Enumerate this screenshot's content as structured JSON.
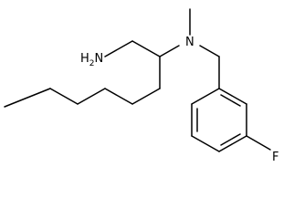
{
  "molecule": {
    "atoms": {
      "amine_h": "H",
      "amine_h_count": "2",
      "amine_n": "N",
      "tertiary_n": "N",
      "fluorine": "F"
    }
  }
}
